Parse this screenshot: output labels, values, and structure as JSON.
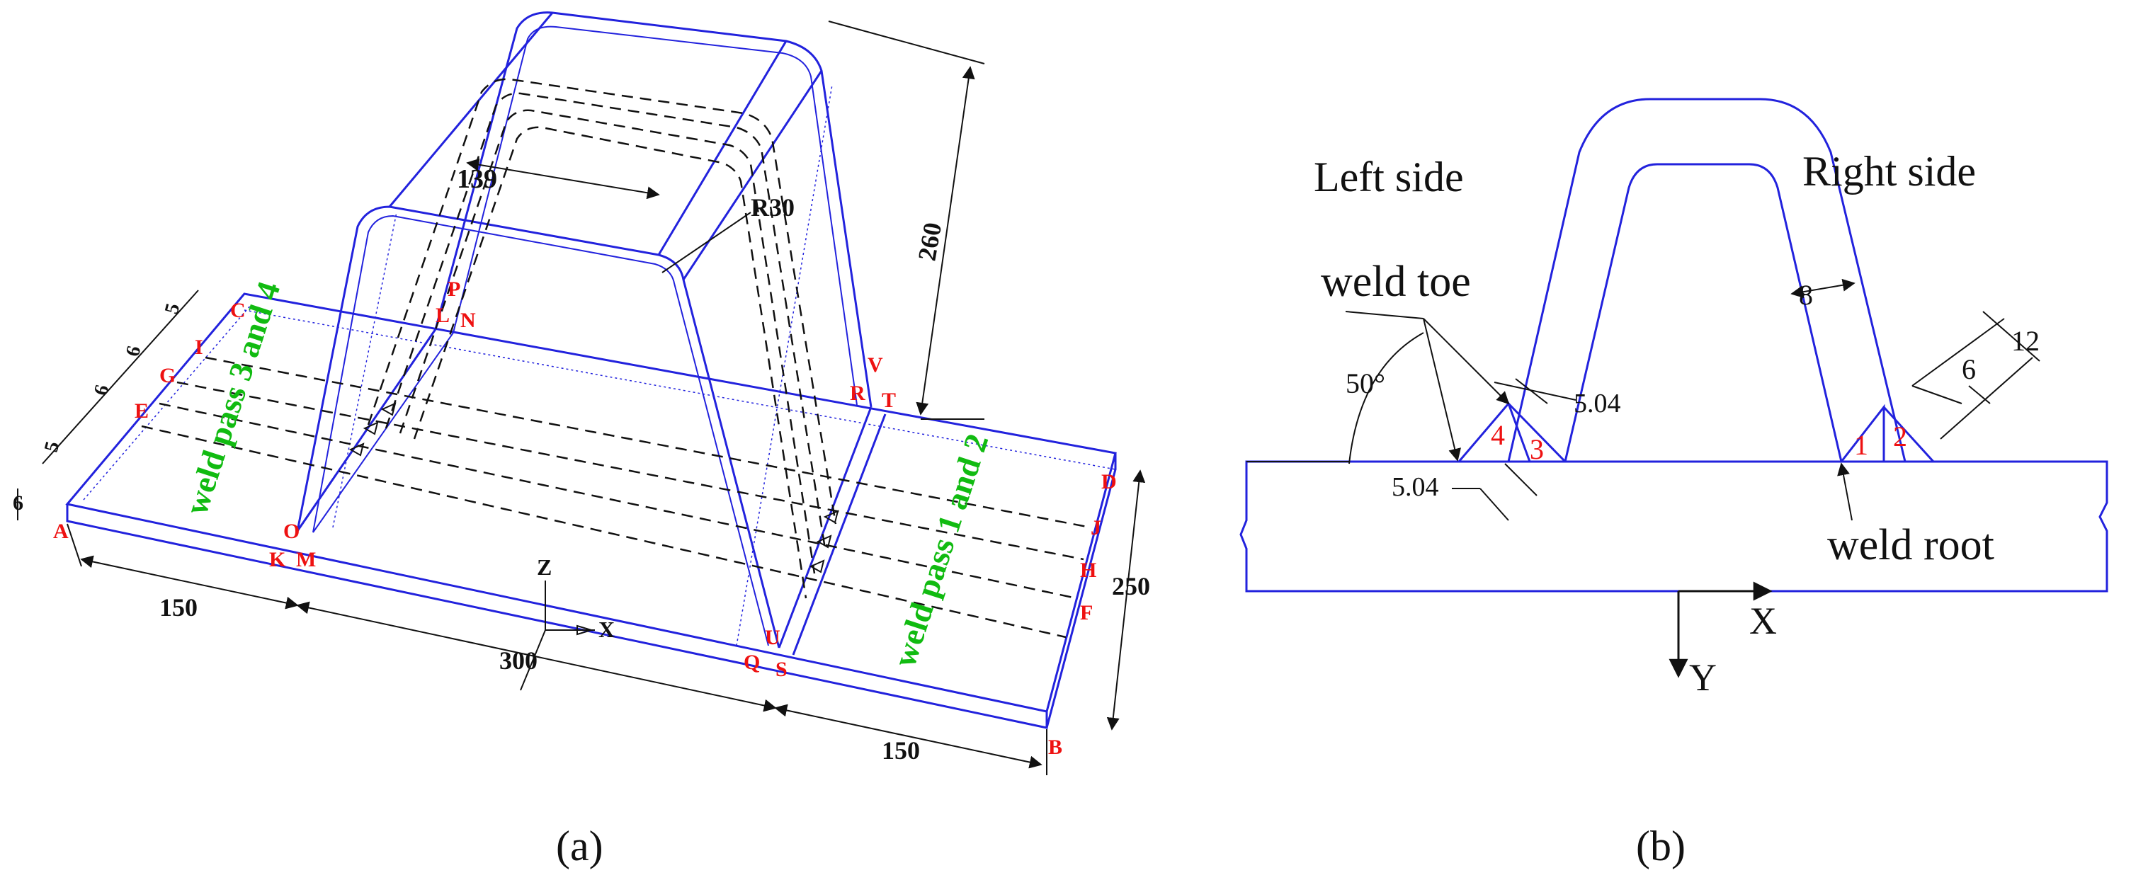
{
  "colors": {
    "outline": "#2222dd",
    "point_label": "#ee1111",
    "weld_label": "#11bb11",
    "dim": "#111111",
    "background": "#ffffff"
  },
  "panel_a": {
    "caption": "(a)",
    "points": [
      "A",
      "B",
      "C",
      "D",
      "E",
      "F",
      "G",
      "H",
      "I",
      "J",
      "K",
      "M",
      "L",
      "N",
      "O",
      "P",
      "Q",
      "S",
      "R",
      "T",
      "U",
      "V"
    ],
    "dims": {
      "height": "260",
      "inner_width": "139",
      "radius": "R30",
      "left_len": "150",
      "mid_len": "300",
      "right_len": "150",
      "plate_width": "250",
      "thickness": "6",
      "spacing": [
        "5",
        "6",
        "6",
        "5"
      ]
    },
    "weld_left": "weld pass 3 and 4",
    "weld_right": "weld pass 1 and 2",
    "axes": {
      "x": "X",
      "z": "Z"
    }
  },
  "panel_b": {
    "caption": "(b)",
    "left_side": "Left side",
    "right_side": "Right side",
    "weld_toe": "weld toe",
    "weld_root": "weld root",
    "angle": "50°",
    "leg_top": "5.04",
    "leg_bottom": "5.04",
    "rib_thickness": "8",
    "dim_outer": "12",
    "dim_inner": "6",
    "passes": [
      "1",
      "2",
      "3",
      "4"
    ],
    "axes": {
      "x": "X",
      "y": "Y"
    }
  }
}
